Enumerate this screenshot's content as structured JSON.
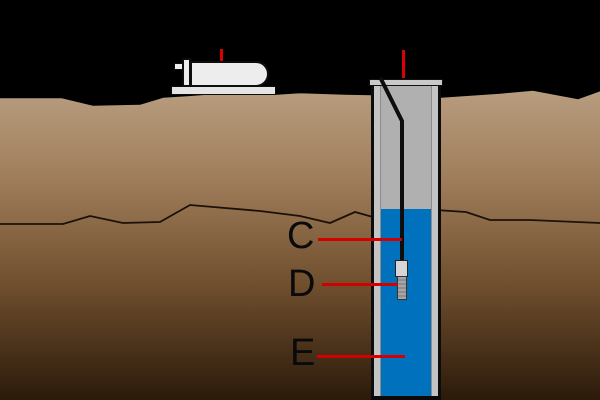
{
  "labels": {
    "c": "C",
    "d": "D",
    "e": "E"
  },
  "colors": {
    "sky_background": "#000000",
    "leader_line_red": "#d40000",
    "marker_red": "#dd0000",
    "water_blue": "#0071bc",
    "casing_wall_gray": "#c4c4c4",
    "casing_interior_gray": "#b0b0b0",
    "well_cap_gray": "#c9c9c9",
    "pump_body_gray": "#ededed",
    "sensor_body_gray": "#a0a0a0",
    "soil_surface_tan": "#b89d7f",
    "soil_mid_brown": "#9e7c59",
    "soil_deep_brown": "#71502f",
    "soil_bottom_dark": "#2b1a0a",
    "label_text_color": "#0a0a0a"
  }
}
